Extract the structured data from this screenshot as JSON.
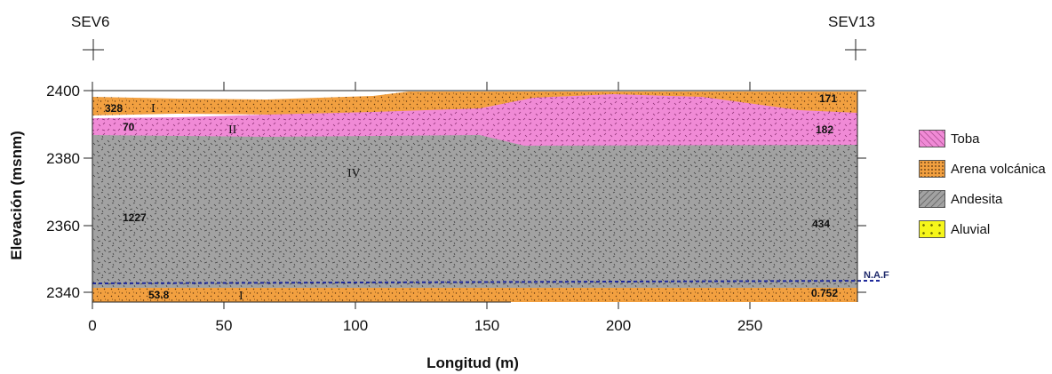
{
  "section": {
    "sev_left": "SEV6",
    "sev_right": "SEV13",
    "xlabel": "Longitud (m)",
    "ylabel": "Elevación (msnm)",
    "x_ticks": [
      "0",
      "50",
      "100",
      "150",
      "200",
      "250"
    ],
    "y_ticks": [
      "2400",
      "2380",
      "2360",
      "2340"
    ],
    "naf_label": "N.A.F",
    "resistivities": {
      "sev6_layer1": "328",
      "sev6_layer2": "70",
      "sev6_layer4": "1227",
      "sev6_bottom": "53.8",
      "sev13_layer1": "171",
      "sev13_layer2": "182",
      "sev13_layer4": "434",
      "sev13_bottom": "0.752"
    },
    "units": {
      "unit_I_top": "I",
      "unit_II": "II",
      "unit_IV": "IV",
      "unit_I_bottom": "I"
    },
    "colors": {
      "toba": "#f08ad6",
      "arena": "#f2a040",
      "andesita": "#a2a2a2",
      "aluvial": "#f6f61a",
      "naf_line": "#1f2a9b"
    }
  },
  "chart_data": {
    "type": "geoelectric-section",
    "xlim": [
      0,
      290
    ],
    "ylim": [
      2336,
      2401
    ],
    "layers": [
      "Arena volcánica (I)",
      "Toba (II)",
      "Andesita (IV)",
      "Arena volcánica (I)"
    ],
    "sev_positions": {
      "SEV6": 0,
      "SEV13": 290
    },
    "naf_elevation": 2342
  },
  "legend": {
    "items": [
      {
        "label": "Toba",
        "color": "#f08ad6",
        "icon": "toba-swatch"
      },
      {
        "label": "Arena volcánica",
        "color": "#f2a040",
        "icon": "arena-swatch"
      },
      {
        "label": "Andesita",
        "color": "#a2a2a2",
        "icon": "andesita-swatch"
      },
      {
        "label": "Aluvial",
        "color": "#f6f61a",
        "icon": "aluvial-swatch"
      }
    ]
  }
}
